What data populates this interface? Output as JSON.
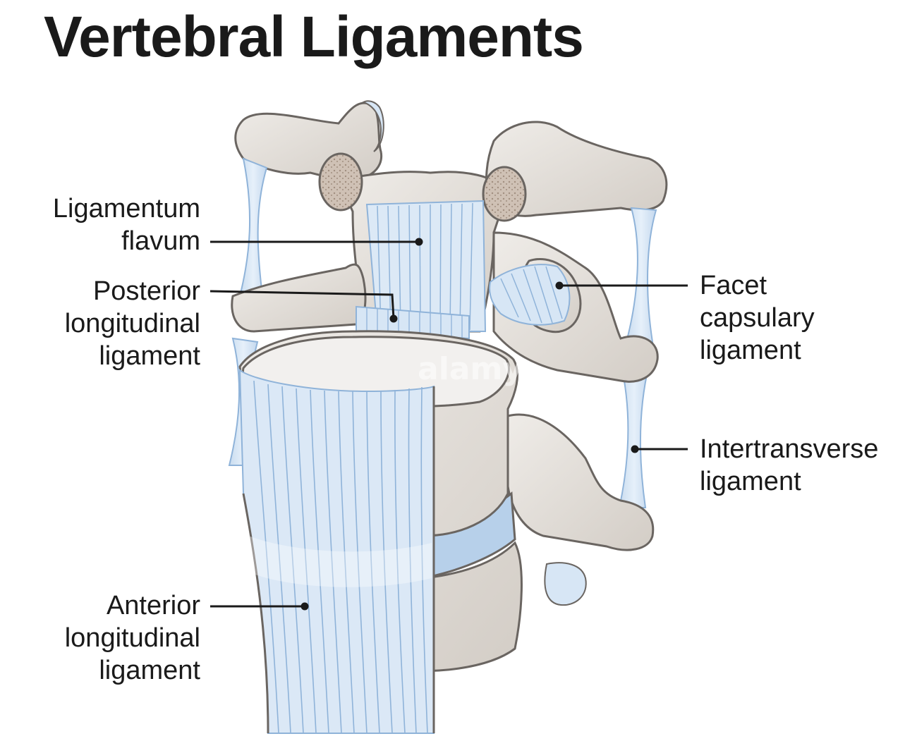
{
  "title": "Vertebral Ligaments",
  "labels": {
    "ligamentum_flavum": [
      "Ligamentum",
      "flavum"
    ],
    "posterior_longitudinal": [
      "Posterior",
      "longitudinal",
      "ligament"
    ],
    "anterior_longitudinal": [
      "Anterior",
      "longitudinal",
      "ligament"
    ],
    "facet_capsulary": [
      "Facet",
      "capsulary",
      "ligament"
    ],
    "intertransverse": [
      "Intertransverse",
      "ligament"
    ]
  },
  "watermark": "alamy",
  "colors": {
    "bone": "#e4e0db",
    "bone_shadow": "#c9c3bc",
    "outline": "#6a6561",
    "ligament": "#d7e6f5",
    "ligament_line": "#8fb3d9",
    "disc": "#b7d0ea",
    "leader": "#1a1a1a"
  }
}
